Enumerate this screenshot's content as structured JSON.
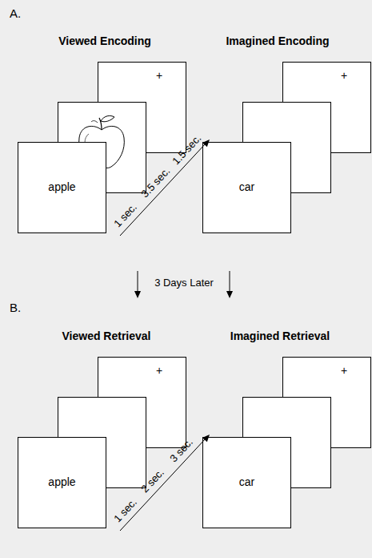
{
  "diagram": {
    "nodes": [
      {
        "text": [
          "apple"
        ]
      },
      {
        "text": [
          "+"
        ]
      },
      {
        "text": [
          "car"
        ]
      },
      {
        "text": [
          "+"
        ]
      },
      {
        "text": [
          "apple"
        ]
      },
      {
        "text": [
          "+"
        ]
      },
      {
        "text": [
          "car"
        ]
      },
      {
        "text": [
          "+"
        ]
      }
    ],
    "labels": [
      "A.",
      "Viewed Encoding",
      "Imagined Encoding",
      "1 sec.",
      "3.5 sec.",
      "1.5 sec.",
      "3 Days Later",
      "B.",
      "Viewed Retrieval",
      "Imagined Retrieval",
      "1 sec.",
      "2 sec.",
      "3 sec."
    ]
  }
}
